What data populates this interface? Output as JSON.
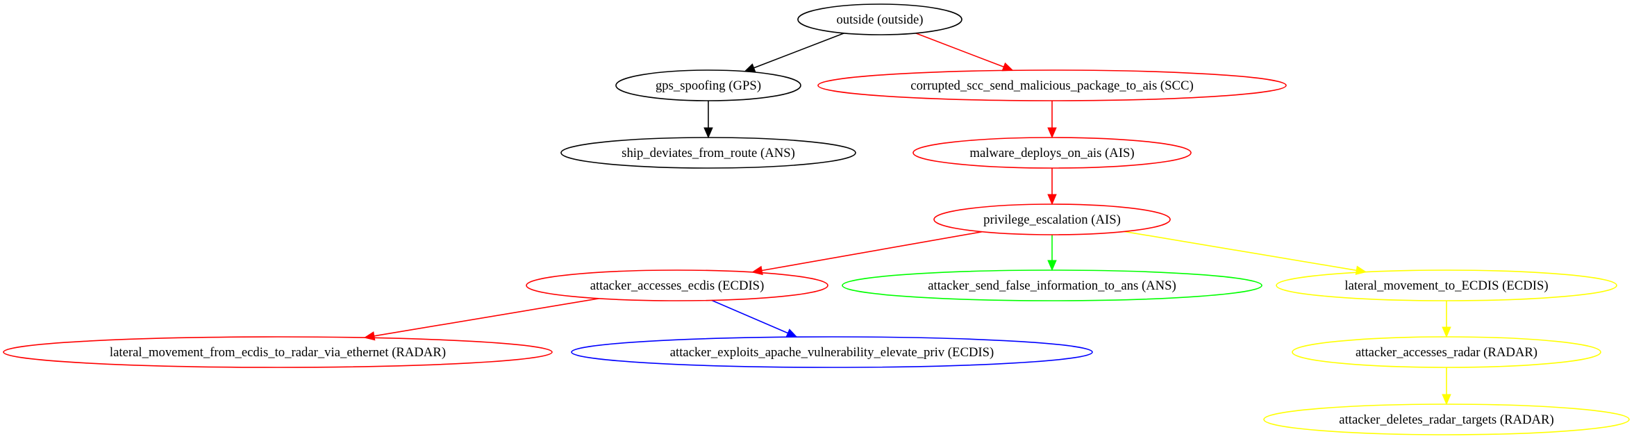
{
  "nodes": [
    {
      "id": "outside",
      "label": "outside (outside)",
      "color": "#000000"
    },
    {
      "id": "gps_spoofing",
      "label": "gps_spoofing (GPS)",
      "color": "#000000"
    },
    {
      "id": "corrupted_scc",
      "label": "corrupted_scc_send_malicious_package_to_ais (SCC)",
      "color": "#ff0000"
    },
    {
      "id": "ship_deviates",
      "label": "ship_deviates_from_route (ANS)",
      "color": "#000000"
    },
    {
      "id": "malware_deploys",
      "label": "malware_deploys_on_ais (AIS)",
      "color": "#ff0000"
    },
    {
      "id": "privilege_escalation",
      "label": "privilege_escalation (AIS)",
      "color": "#ff0000"
    },
    {
      "id": "attacker_accesses_ecdis",
      "label": "attacker_accesses_ecdis (ECDIS)",
      "color": "#ff0000"
    },
    {
      "id": "attacker_send_false",
      "label": "attacker_send_false_information_to_ans (ANS)",
      "color": "#00ff00"
    },
    {
      "id": "lateral_to_ecdis",
      "label": "lateral_movement_to_ECDIS (ECDIS)",
      "color": "#ffff00"
    },
    {
      "id": "lateral_from_ecdis",
      "label": "lateral_movement_from_ecdis_to_radar_via_ethernet (RADAR)",
      "color": "#ff0000"
    },
    {
      "id": "exploits_apache",
      "label": "attacker_exploits_apache_vulnerability_elevate_priv (ECDIS)",
      "color": "#0000ff"
    },
    {
      "id": "accesses_radar",
      "label": "attacker_accesses_radar (RADAR)",
      "color": "#ffff00"
    },
    {
      "id": "deletes_radar",
      "label": "attacker_deletes_radar_targets (RADAR)",
      "color": "#ffff00"
    }
  ],
  "edges": [
    {
      "from": "outside",
      "to": "gps_spoofing",
      "color": "#000000"
    },
    {
      "from": "outside",
      "to": "corrupted_scc",
      "color": "#ff0000"
    },
    {
      "from": "gps_spoofing",
      "to": "ship_deviates",
      "color": "#000000"
    },
    {
      "from": "corrupted_scc",
      "to": "malware_deploys",
      "color": "#ff0000"
    },
    {
      "from": "malware_deploys",
      "to": "privilege_escalation",
      "color": "#ff0000"
    },
    {
      "from": "privilege_escalation",
      "to": "attacker_accesses_ecdis",
      "color": "#ff0000"
    },
    {
      "from": "privilege_escalation",
      "to": "attacker_send_false",
      "color": "#00ff00"
    },
    {
      "from": "privilege_escalation",
      "to": "lateral_to_ecdis",
      "color": "#ffff00"
    },
    {
      "from": "attacker_accesses_ecdis",
      "to": "lateral_from_ecdis",
      "color": "#ff0000"
    },
    {
      "from": "attacker_accesses_ecdis",
      "to": "exploits_apache",
      "color": "#0000ff"
    },
    {
      "from": "lateral_to_ecdis",
      "to": "accesses_radar",
      "color": "#ffff00"
    },
    {
      "from": "accesses_radar",
      "to": "deletes_radar",
      "color": "#ffff00"
    }
  ]
}
